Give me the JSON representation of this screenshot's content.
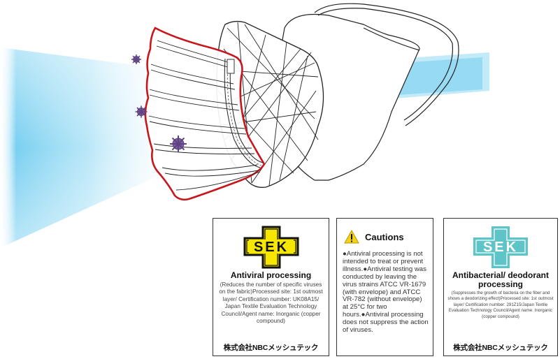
{
  "cards": [
    {
      "logo_text": "SEK",
      "logo_style": "black-on-yellow",
      "title": "Antiviral processing",
      "description": "(Reduces the number of specific viruses on the fabric)Processed site: 1st outmost layer/ Certification number: UK08A15/ Japan Textile Evaluation Technology Council/Agent name: Inorganic (copper compound)",
      "company": "株式会社NBCメッシュテック"
    },
    {
      "icon": "warning-icon",
      "title": "Cautions",
      "body": "●Antiviral processing is not intended to treat or prevent illness.●Antiviral testing was conducted by leaving the virus strains ATCC VR-1679 (with envelope) and ATCC VR-782 (without envelope) at 25°C for two hours.●Antiviral processing does not suppress the action of viruses."
    },
    {
      "logo_text": "SEK",
      "logo_style": "white-on-teal",
      "title": "Antibacterial/ deodorant processing",
      "description": "(Suppresses the growth of bacteria on the fiber and shows a deodorizing effect)Processed site: 1st outmost layer/ Certification number: 291Z15/Japan Textile Evaluation Technology Council/Agent name: Inorganic (copper compound)",
      "company": "株式会社NBCメッシュテック"
    }
  ],
  "colors": {
    "sek_yellow": "#f6e600",
    "sek_teal": "#5ec4c8",
    "mask_outline_red": "#c8161d",
    "virus_purple": "#7a5b9e",
    "light_beam": "#62c7ee",
    "warning_yellow": "#f2d21a"
  }
}
